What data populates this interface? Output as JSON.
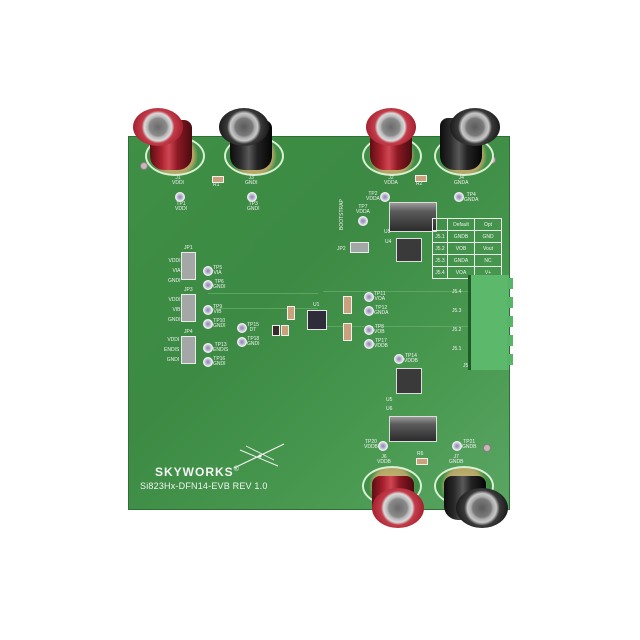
{
  "image": {
    "subject": "Evaluation board (PCB) 3D render",
    "background_color": "#ffffff",
    "board_color": "#3f8f46"
  },
  "branding": {
    "logo_text": "SKYWORKS",
    "logo_mark": "®",
    "board_id": "Si823Hx-DFN14-EVB REV 1.0"
  },
  "binding_posts": [
    {
      "ref": "J1",
      "net": "VDDI",
      "color": "red"
    },
    {
      "ref": "J3",
      "net": "GNDI",
      "color": "black"
    },
    {
      "ref": "J2",
      "net": "VDDA",
      "color": "red"
    },
    {
      "ref": "J4",
      "net": "GNDA",
      "color": "black"
    },
    {
      "ref": "J6",
      "net": "VDDB",
      "color": "red"
    },
    {
      "ref": "J7",
      "net": "GNDB",
      "color": "black"
    }
  ],
  "resistors": [
    {
      "ref": "R1"
    },
    {
      "ref": "R2"
    },
    {
      "ref": "R6"
    }
  ],
  "test_points": [
    {
      "ref": "TP1",
      "net": "VDDI"
    },
    {
      "ref": "TP3",
      "net": "GNDI"
    },
    {
      "ref": "TP2",
      "net": "VDDA"
    },
    {
      "ref": "TP4",
      "net": "GNDA"
    },
    {
      "ref": "TP7",
      "net": "VDDA"
    },
    {
      "ref": "TP5",
      "net": "VIA"
    },
    {
      "ref": "TP6",
      "net": "GNDI"
    },
    {
      "ref": "TP9",
      "net": "VIB"
    },
    {
      "ref": "TP10",
      "net": "GNDI"
    },
    {
      "ref": "TP13",
      "net": "ENDIS"
    },
    {
      "ref": "TP16",
      "net": "GNDI"
    },
    {
      "ref": "TP15",
      "net": "DT"
    },
    {
      "ref": "TP18",
      "net": "GNDI"
    },
    {
      "ref": "TP11",
      "net": "VOA"
    },
    {
      "ref": "TP12",
      "net": "GNDA"
    },
    {
      "ref": "TP8",
      "net": "VOB"
    },
    {
      "ref": "TP17",
      "net": "VDDB"
    },
    {
      "ref": "TP14",
      "net": "VDDB"
    },
    {
      "ref": "TP20",
      "net": "VDDB"
    },
    {
      "ref": "TP21",
      "net": "GNDB"
    }
  ],
  "jumpers": [
    {
      "ref": "JP1",
      "pins": [
        "VDDI",
        "VIA",
        "GNDI"
      ]
    },
    {
      "ref": "JP3",
      "pins": [
        "VDDI",
        "VIB",
        "GNDI"
      ]
    },
    {
      "ref": "JP4",
      "pins": [
        "VDDI",
        "ENDIS",
        "GNDI"
      ]
    },
    {
      "ref": "JP2",
      "label": "BOOTSTRAP"
    }
  ],
  "ics": [
    {
      "ref": "U1"
    },
    {
      "ref": "U3"
    },
    {
      "ref": "U4"
    },
    {
      "ref": "U5"
    },
    {
      "ref": "U6"
    }
  ],
  "connector": {
    "ref": "J5",
    "pins": [
      "J5.4",
      "J5.3",
      "J5.2",
      "J5.1"
    ]
  },
  "config_table": {
    "headers": [
      "",
      "Default",
      "Opt"
    ],
    "rows": [
      [
        "J5.1",
        "GNDB",
        "GND"
      ],
      [
        "J5.2",
        "VOB",
        "Vout"
      ],
      [
        "J5.3",
        "GNDA",
        "NC"
      ],
      [
        "J5.4",
        "VOA",
        "V+"
      ]
    ]
  }
}
